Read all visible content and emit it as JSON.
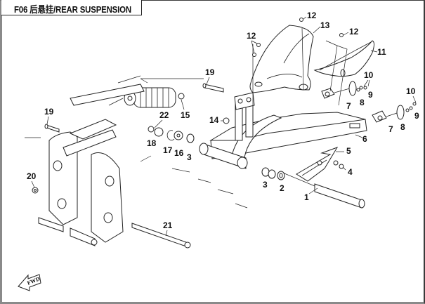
{
  "header": {
    "title": "F06 后悬挂/REAR SUSPENSION"
  },
  "diagram": {
    "subject": "Rear suspension exploded parts view",
    "direction_indicator": "FWD",
    "callouts": [
      {
        "id": "c1",
        "label": "1"
      },
      {
        "id": "c2",
        "label": "2"
      },
      {
        "id": "c3a",
        "label": "3"
      },
      {
        "id": "c3b",
        "label": "3"
      },
      {
        "id": "c4",
        "label": "4"
      },
      {
        "id": "c5",
        "label": "5"
      },
      {
        "id": "c6",
        "label": "6"
      },
      {
        "id": "c7a",
        "label": "7"
      },
      {
        "id": "c7b",
        "label": "7"
      },
      {
        "id": "c8a",
        "label": "8"
      },
      {
        "id": "c8b",
        "label": "8"
      },
      {
        "id": "c9a",
        "label": "9"
      },
      {
        "id": "c9b",
        "label": "9"
      },
      {
        "id": "c10a",
        "label": "10"
      },
      {
        "id": "c10b",
        "label": "10"
      },
      {
        "id": "c11",
        "label": "11"
      },
      {
        "id": "c12a",
        "label": "12"
      },
      {
        "id": "c12b",
        "label": "12"
      },
      {
        "id": "c12c",
        "label": "12"
      },
      {
        "id": "c13",
        "label": "13"
      },
      {
        "id": "c14",
        "label": "14"
      },
      {
        "id": "c15",
        "label": "15"
      },
      {
        "id": "c16",
        "label": "16"
      },
      {
        "id": "c17",
        "label": "17"
      },
      {
        "id": "c18",
        "label": "18"
      },
      {
        "id": "c19a",
        "label": "19"
      },
      {
        "id": "c19b",
        "label": "19"
      },
      {
        "id": "c20",
        "label": "20"
      },
      {
        "id": "c21",
        "label": "21"
      },
      {
        "id": "c22",
        "label": "22"
      }
    ]
  }
}
